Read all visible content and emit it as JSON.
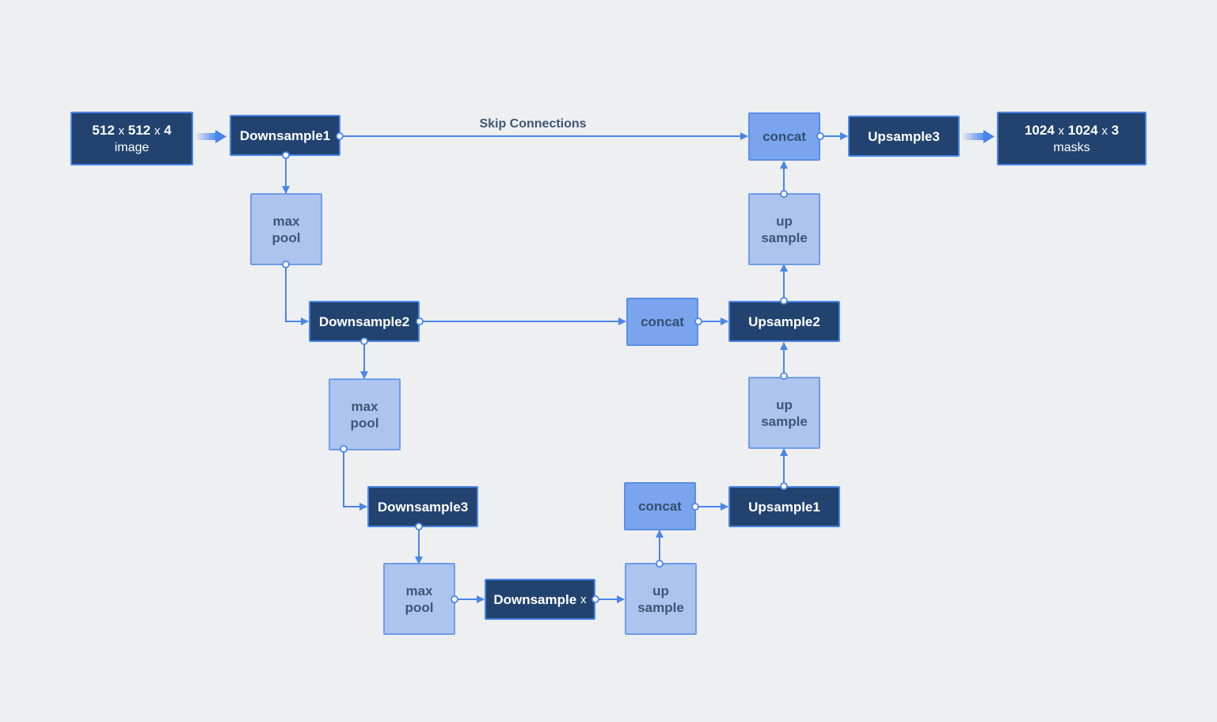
{
  "input": {
    "dim1": "512",
    "x1": "x",
    "dim2": "512",
    "x2": "x",
    "dim3": "4",
    "label": "image"
  },
  "output": {
    "dim1": "1024",
    "x1": "x",
    "dim2": "1024",
    "x2": "x",
    "dim3": "3",
    "label": "masks"
  },
  "downsample": {
    "d1": "Downsample1",
    "d2": "Downsample2",
    "d3": "Downsample3",
    "dx": "Downsample",
    "dx_suffix": "x"
  },
  "upsample": {
    "u1": "Upsample1",
    "u2": "Upsample2",
    "u3": "Upsample3"
  },
  "maxpool": {
    "line1": "max",
    "line2": "pool"
  },
  "upsample_op": {
    "line1": "up",
    "line2": "sample"
  },
  "concat_label": "concat",
  "skip_label": "Skip Connections",
  "colors": {
    "background": "#eeeff1",
    "dark_block": "#22436f",
    "pool_block": "#adc4ef",
    "concat_block": "#7aa5ee",
    "connector": "#4a86e8"
  }
}
